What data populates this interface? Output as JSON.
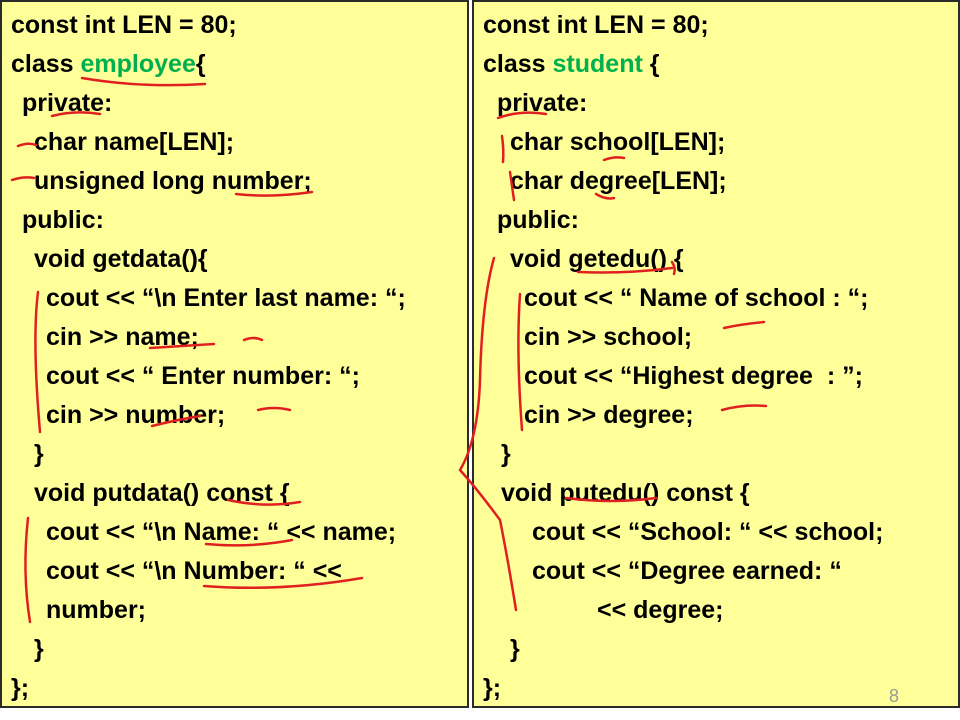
{
  "slide": {
    "page_number": "8",
    "accent_color": "#00b050",
    "panel_color": "#ffff99",
    "ink_color": "#e02020"
  },
  "left_code": {
    "l1": "const int LEN = 80;",
    "l2_pre": "class ",
    "l2_name": "employee",
    "l2_post": "{",
    "l3": "private:",
    "l4": "char name[LEN];",
    "l5": "unsigned long number;",
    "l6": "public:",
    "l7": "void getdata(){",
    "l8": "cout << “\\n Enter last name: “;",
    "l9": "cin >> name;",
    "l10": "cout << “ Enter number: “;",
    "l11": "cin >> number;",
    "l12": "}",
    "l13": "void putdata() const {",
    "l14": "cout << “\\n Name: “ << name;",
    "l15": "cout << “\\n Number: “ <<",
    "l16": "number;",
    "l17": "}",
    "l18": "};"
  },
  "right_code": {
    "l1": "const int LEN = 80;",
    "l2_pre": "class ",
    "l2_name": "student",
    "l2_post": " {",
    "l3": "private:",
    "l4": "char school[LEN];",
    "l5": "char degree[LEN];",
    "l6": "public:",
    "l7": "void getedu() {",
    "l8": "cout << “ Name of school : “;",
    "l9": "cin >> school;",
    "l10": "cout << “Highest degree  : ”;",
    "l11": "cin >> degree;",
    "l12": "}",
    "l13": "void putedu() const {",
    "l14": "cout << “School: “ << school;",
    "l15": "cout << “Degree earned: “",
    "l16": "<< degree;",
    "l17": "}",
    "l18": "};"
  }
}
